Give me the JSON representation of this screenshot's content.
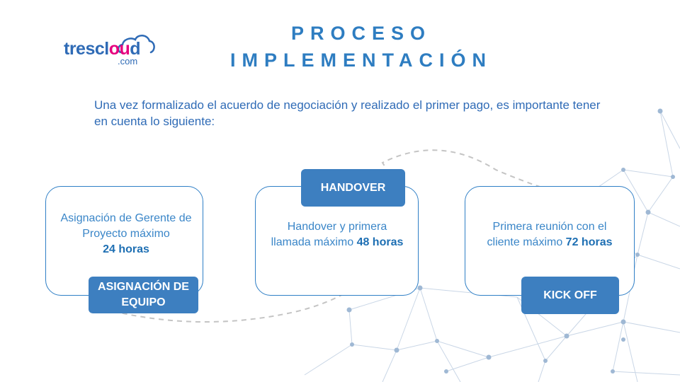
{
  "logo": {
    "brand_main": "trescl",
    "brand_accent": "ou",
    "brand_end": "d",
    "brand_sub": ".com"
  },
  "title": {
    "line1": "PROCESO",
    "line2": "IMPLEMENTACIÓN"
  },
  "intro": {
    "text": "Una vez formalizado el acuerdo de negociación y realizado el primer pago, es importante tener en cuenta lo siguiente:"
  },
  "steps": [
    {
      "text": "Asignación de Gerente de Proyecto  máximo",
      "highlight": "24 horas",
      "tag": "ASIGNACIÓN DE EQUIPO"
    },
    {
      "text": "Handover y primera llamada máximo",
      "highlight": "48 horas",
      "tag": "HANDOVER"
    },
    {
      "text": "Primera reunión con el cliente máximo",
      "highlight": "72 horas",
      "tag": "KICK OFF"
    }
  ],
  "colors": {
    "primary": "#2e7dc1",
    "tag_bg": "#3d7fc0",
    "accent": "#e6007e"
  }
}
